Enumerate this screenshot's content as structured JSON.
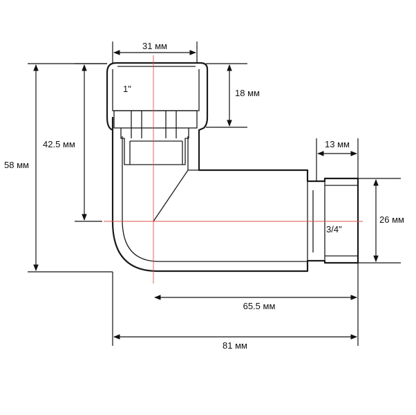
{
  "dimensions": {
    "top_width": "31 мм",
    "thread_top": "1\"",
    "top_depth": "18 мм",
    "inner_height": "42.5 мм",
    "total_height": "58 мм",
    "side_length": "13 мм",
    "side_height": "26 мм",
    "thread_side": "3/4\"",
    "center_length": "65.5 мм",
    "total_length": "81 мм"
  },
  "colors": {
    "outline": "#1a1a1a",
    "centerline": "#d9534f",
    "background": "#ffffff"
  }
}
